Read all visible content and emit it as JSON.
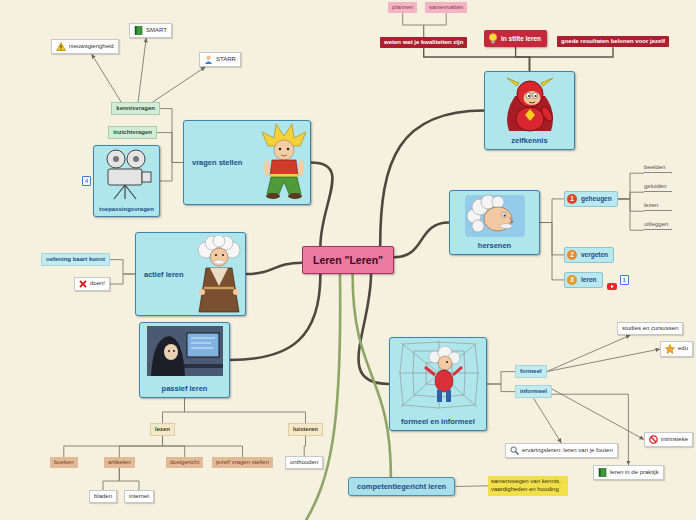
{
  "diagram": {
    "nodes": [
      {
        "text": [
          "Leren \"Leren\""
        ]
      },
      {
        "text": [
          "zelfkennis"
        ]
      },
      {
        "text": [
          "in stilte leren"
        ]
      },
      {
        "text": [
          "weten wat je kwaliteiten zijn"
        ]
      },
      {
        "text": [
          "goede resultaten belonen voor jezelf"
        ]
      },
      {
        "text": [
          "plannen"
        ]
      },
      {
        "text": [
          "samenvatten"
        ]
      },
      {
        "text": [
          "hersenen"
        ]
      },
      {
        "text": [
          "geheugen"
        ]
      },
      {
        "text": [
          "beelden"
        ]
      },
      {
        "text": [
          "geluiden"
        ]
      },
      {
        "text": [
          "lezen"
        ]
      },
      {
        "text": [
          "uitleggen"
        ]
      },
      {
        "text": [
          "vergeten"
        ]
      },
      {
        "text": [
          "leren"
        ]
      },
      {
        "text": [
          "formeel en informeel"
        ]
      },
      {
        "text": [
          "formeel"
        ]
      },
      {
        "text": [
          "studies en cursussen"
        ]
      },
      {
        "text": [
          "edu"
        ]
      },
      {
        "text": [
          "informeel"
        ]
      },
      {
        "text": [
          "ervaringsleren: leren van je fouten"
        ]
      },
      {
        "text": [
          "leren in de praktijk"
        ]
      },
      {
        "text": [
          "intrinsieke"
        ]
      },
      {
        "text": [
          "competentiegericht leren"
        ]
      },
      {
        "text": [
          "samenvoegen van kennis, vaardigheden en houding"
        ]
      },
      {
        "text": [
          "vragen stellen"
        ]
      },
      {
        "text": [
          "kennisvragen"
        ]
      },
      {
        "text": [
          "nieuwsgierigheid"
        ]
      },
      {
        "text": [
          "SMART"
        ]
      },
      {
        "text": [
          "STARR"
        ]
      },
      {
        "text": [
          "inzichtvragen"
        ]
      },
      {
        "text": [
          "toepassingsvragen"
        ]
      },
      {
        "text": [
          "actief leren"
        ]
      },
      {
        "text": [
          "oefening baart kunst"
        ]
      },
      {
        "text": [
          "doen!"
        ]
      },
      {
        "text": [
          "passief leren"
        ]
      },
      {
        "text": [
          "lezen"
        ]
      },
      {
        "text": [
          "boeken"
        ]
      },
      {
        "text": [
          "artikelen"
        ]
      },
      {
        "text": [
          "bladen"
        ]
      },
      {
        "text": [
          "internet"
        ]
      },
      {
        "text": [
          "doelgericht"
        ]
      },
      {
        "text": [
          "jezelf vragen stellen"
        ]
      },
      {
        "text": [
          "luisteren"
        ]
      },
      {
        "text": [
          "onthouden"
        ]
      }
    ],
    "edges": [
      {
        "from": 0,
        "to": 1,
        "arrow": "none"
      },
      {
        "from": 1,
        "to": 2,
        "arrow": "none"
      },
      {
        "from": 1,
        "to": 3,
        "arrow": "none"
      },
      {
        "from": 1,
        "to": 4,
        "arrow": "none"
      },
      {
        "from": 3,
        "to": 5,
        "arrow": "none"
      },
      {
        "from": 3,
        "to": 6,
        "arrow": "none"
      },
      {
        "from": 0,
        "to": 7,
        "arrow": "none"
      },
      {
        "from": 7,
        "to": 8,
        "arrow": "none"
      },
      {
        "from": 8,
        "to": 9,
        "arrow": "none"
      },
      {
        "from": 8,
        "to": 10,
        "arrow": "none"
      },
      {
        "from": 8,
        "to": 11,
        "arrow": "none"
      },
      {
        "from": 8,
        "to": 12,
        "arrow": "none"
      },
      {
        "from": 7,
        "to": 13,
        "arrow": "none"
      },
      {
        "from": 7,
        "to": 14,
        "arrow": "none"
      },
      {
        "from": 0,
        "to": 15,
        "arrow": "none"
      },
      {
        "from": 15,
        "to": 16,
        "arrow": "none"
      },
      {
        "from": 16,
        "to": 17,
        "arrow": "to"
      },
      {
        "from": 16,
        "to": 18,
        "arrow": "to"
      },
      {
        "from": 15,
        "to": 19,
        "arrow": "none"
      },
      {
        "from": 19,
        "to": 20,
        "arrow": "to"
      },
      {
        "from": 19,
        "to": 21,
        "arrow": "to"
      },
      {
        "from": 19,
        "to": 22,
        "arrow": "to"
      },
      {
        "from": 0,
        "to": 23,
        "arrow": "none"
      },
      {
        "from": 23,
        "to": 24,
        "arrow": "none"
      },
      {
        "from": 0,
        "to": 25,
        "arrow": "none"
      },
      {
        "from": 25,
        "to": 26,
        "arrow": "none"
      },
      {
        "from": 26,
        "to": 27,
        "arrow": "to"
      },
      {
        "from": 26,
        "to": 28,
        "arrow": "to"
      },
      {
        "from": 26,
        "to": 29,
        "arrow": "to"
      },
      {
        "from": 25,
        "to": 30,
        "arrow": "none"
      },
      {
        "from": 25,
        "to": 31,
        "arrow": "none"
      },
      {
        "from": 0,
        "to": 32,
        "arrow": "none"
      },
      {
        "from": 32,
        "to": 33,
        "arrow": "none"
      },
      {
        "from": 32,
        "to": 34,
        "arrow": "none"
      },
      {
        "from": 0,
        "to": 35,
        "arrow": "none"
      },
      {
        "from": 35,
        "to": 36,
        "arrow": "none"
      },
      {
        "from": 36,
        "to": 37,
        "arrow": "none"
      },
      {
        "from": 36,
        "to": 38,
        "arrow": "none"
      },
      {
        "from": 38,
        "to": 39,
        "arrow": "none"
      },
      {
        "from": 38,
        "to": 40,
        "arrow": "none"
      },
      {
        "from": 36,
        "to": 41,
        "arrow": "none"
      },
      {
        "from": 36,
        "to": 42,
        "arrow": "none"
      },
      {
        "from": 35,
        "to": 43,
        "arrow": "none"
      },
      {
        "from": 43,
        "to": 44,
        "arrow": "none"
      }
    ],
    "labels": [
      "1",
      "2",
      "3",
      "1",
      "4"
    ]
  }
}
